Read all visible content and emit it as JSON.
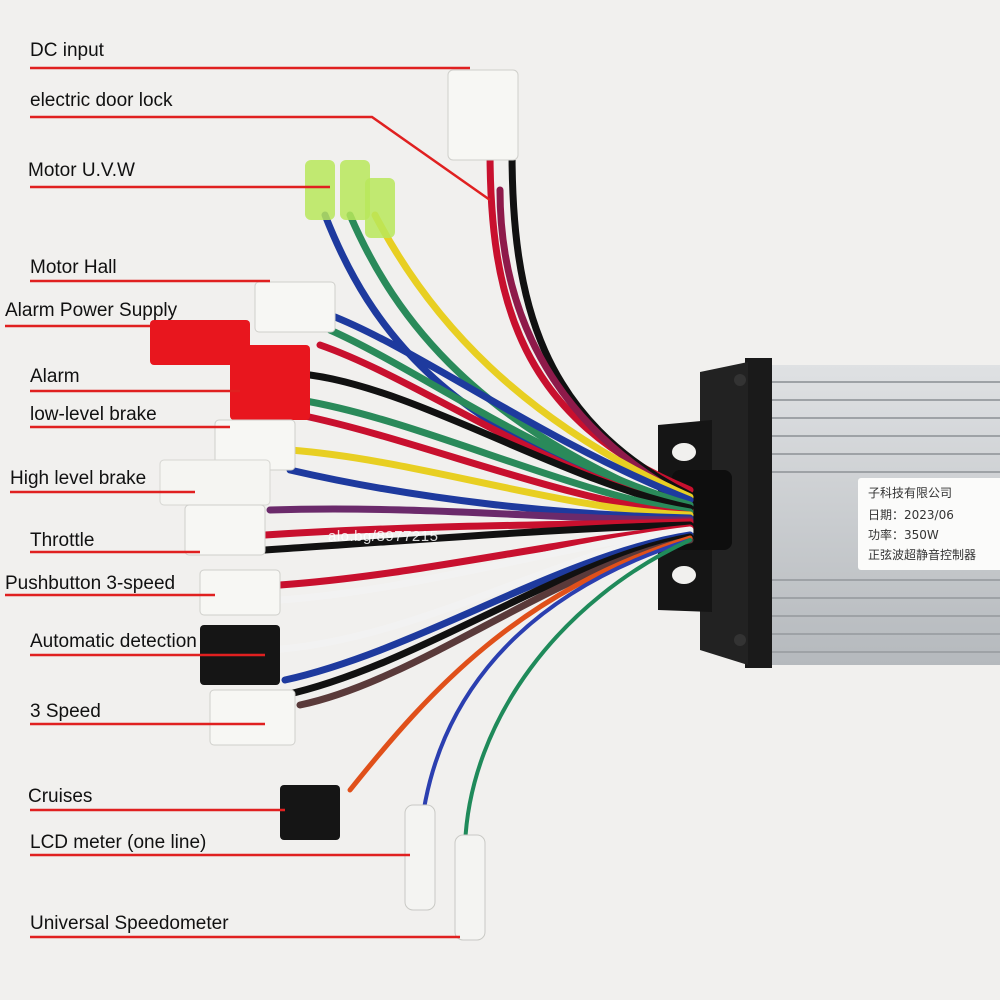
{
  "labels": [
    "DC input",
    "electric door lock",
    "Motor U.V.W",
    "Motor Hall",
    "Alarm Power Supply",
    "Alarm",
    "low-level brake",
    "High level brake",
    "Throttle",
    "Pushbutton 3-speed",
    "Automatic detection",
    "3 Speed",
    "Cruises",
    "LCD meter (one line)",
    "Universal Speedometer"
  ],
  "watermark": "alo.bg/8977215",
  "controller_plate": {
    "company": "子科技有限公司",
    "date": "日期：2023/06",
    "power": "功率：350W",
    "name": "正弦波超静音控制器"
  },
  "colors": {
    "leader_line": "#e02020",
    "background": "#f1f0ee",
    "housing": "#c9ccd0",
    "bracket": "#1a1a1a"
  }
}
